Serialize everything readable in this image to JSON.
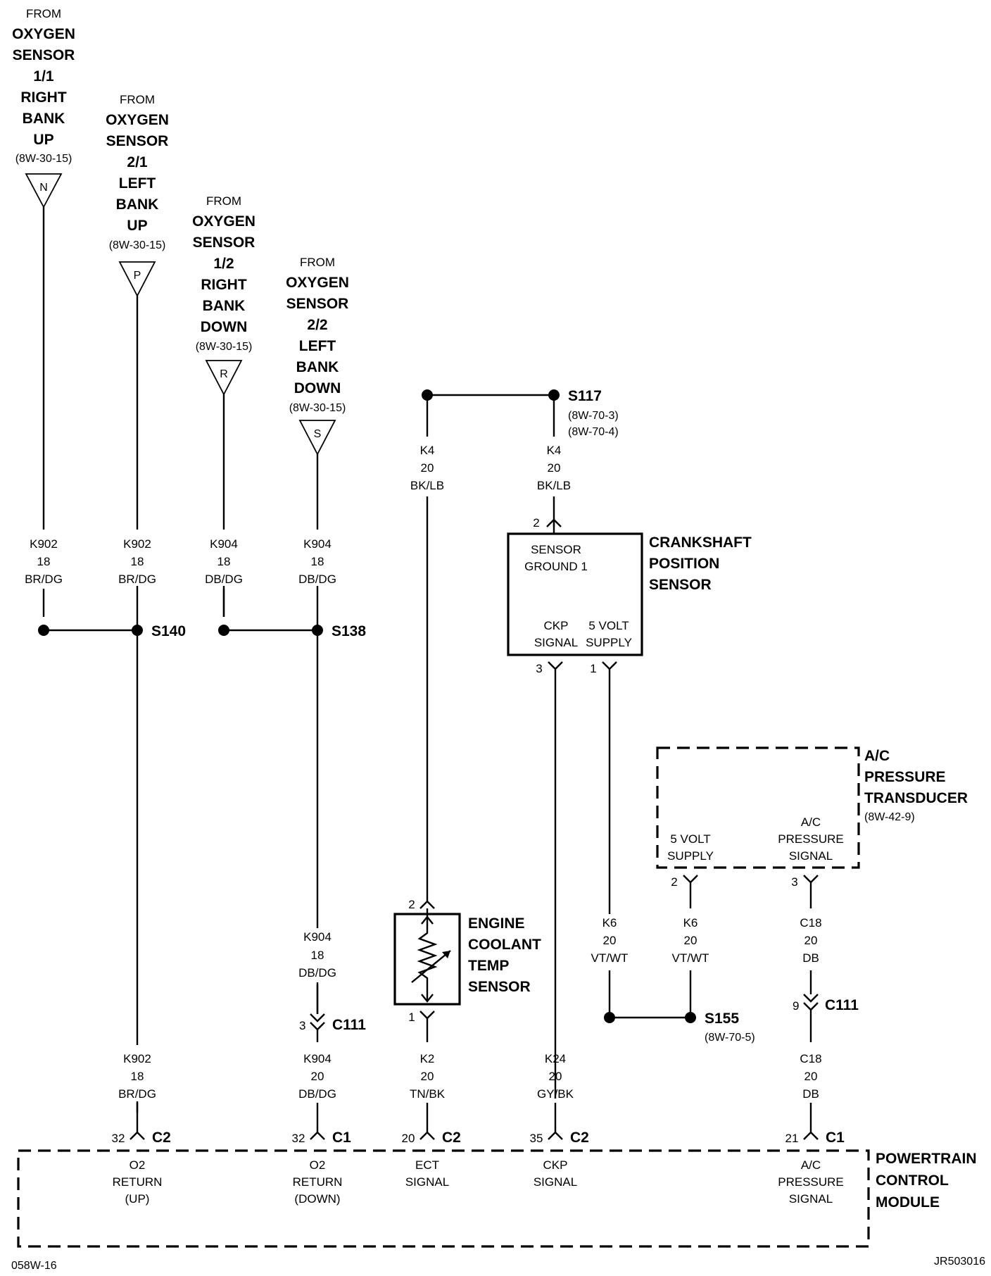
{
  "sources": [
    {
      "from": "FROM",
      "lines": [
        "OXYGEN",
        "SENSOR",
        "1/1",
        "RIGHT",
        "BANK",
        "UP"
      ],
      "ref": "(8W-30-15)",
      "letter": "N"
    },
    {
      "from": "FROM",
      "lines": [
        "OXYGEN",
        "SENSOR",
        "2/1",
        "LEFT",
        "BANK",
        "UP"
      ],
      "ref": "(8W-30-15)",
      "letter": "P"
    },
    {
      "from": "FROM",
      "lines": [
        "OXYGEN",
        "SENSOR",
        "1/2",
        "RIGHT",
        "BANK",
        "DOWN"
      ],
      "ref": "(8W-30-15)",
      "letter": "R"
    },
    {
      "from": "FROM",
      "lines": [
        "OXYGEN",
        "SENSOR",
        "2/2",
        "LEFT",
        "BANK",
        "DOWN"
      ],
      "ref": "(8W-30-15)",
      "letter": "S"
    }
  ],
  "upper_wires": [
    {
      "circuit": "K902",
      "gauge": "18",
      "color": "BR/DG"
    },
    {
      "circuit": "K902",
      "gauge": "18",
      "color": "BR/DG"
    },
    {
      "circuit": "K904",
      "gauge": "18",
      "color": "DB/DG"
    },
    {
      "circuit": "K904",
      "gauge": "18",
      "color": "DB/DG"
    }
  ],
  "splices": {
    "s140": "S140",
    "s138": "S138",
    "s117": "S117",
    "s117_ref1": "(8W-70-3)",
    "s117_ref2": "(8W-70-4)",
    "s155": "S155",
    "s155_ref": "(8W-70-5)"
  },
  "k4_wires": [
    {
      "circuit": "K4",
      "gauge": "20",
      "color": "BK/LB"
    },
    {
      "circuit": "K4",
      "gauge": "20",
      "color": "BK/LB"
    }
  ],
  "ckp": {
    "title": [
      "CRANKSHAFT",
      "POSITION",
      "SENSOR"
    ],
    "ground": [
      "SENSOR",
      "GROUND 1"
    ],
    "signal": [
      "CKP",
      "SIGNAL"
    ],
    "supply": [
      "5 VOLT",
      "SUPPLY"
    ],
    "pin_ground": "2",
    "pin_signal": "3",
    "pin_supply": "1"
  },
  "ac": {
    "title": [
      "A/C",
      "PRESSURE",
      "TRANSDUCER"
    ],
    "ref": "(8W-42-9)",
    "supply": [
      "5 VOLT",
      "SUPPLY"
    ],
    "signal": [
      "A/C",
      "PRESSURE",
      "SIGNAL"
    ],
    "pin_supply": "2",
    "pin_signal": "3"
  },
  "ect": {
    "title": [
      "ENGINE",
      "COOLANT",
      "TEMP",
      "SENSOR"
    ],
    "pin_top": "2",
    "pin_bottom": "1"
  },
  "mid_wires": {
    "k904": {
      "circuit": "K904",
      "gauge": "18",
      "color": "DB/DG"
    },
    "k6_left": {
      "circuit": "K6",
      "gauge": "20",
      "color": "VT/WT"
    },
    "k6_right": {
      "circuit": "K6",
      "gauge": "20",
      "color": "VT/WT"
    },
    "c18_top": {
      "circuit": "C18",
      "gauge": "20",
      "color": "DB"
    }
  },
  "inline_connectors": [
    {
      "pin": "3",
      "name": "C111"
    },
    {
      "pin": "9",
      "name": "C111"
    }
  ],
  "lower_wires": [
    {
      "circuit": "K902",
      "gauge": "18",
      "color": "BR/DG"
    },
    {
      "circuit": "K904",
      "gauge": "20",
      "color": "DB/DG"
    },
    {
      "circuit": "K2",
      "gauge": "20",
      "color": "TN/BK"
    },
    {
      "circuit": "K24",
      "gauge": "20",
      "color": "GY/BK"
    },
    {
      "circuit": "C18",
      "gauge": "20",
      "color": "DB"
    }
  ],
  "pcm_connectors": [
    {
      "pin": "32",
      "name": "C2"
    },
    {
      "pin": "32",
      "name": "C1"
    },
    {
      "pin": "20",
      "name": "C2"
    },
    {
      "pin": "35",
      "name": "C2"
    },
    {
      "pin": "21",
      "name": "C1"
    }
  ],
  "pcm_labels": [
    [
      "O2",
      "RETURN",
      "(UP)"
    ],
    [
      "O2",
      "RETURN",
      "(DOWN)"
    ],
    [
      "ECT",
      "SIGNAL"
    ],
    [
      "CKP",
      "SIGNAL"
    ],
    [
      "A/C",
      "PRESSURE",
      "SIGNAL"
    ]
  ],
  "pcm_title": [
    "POWERTRAIN",
    "CONTROL",
    "MODULE"
  ],
  "footer_left": "058W-16",
  "footer_right": "JR503016"
}
